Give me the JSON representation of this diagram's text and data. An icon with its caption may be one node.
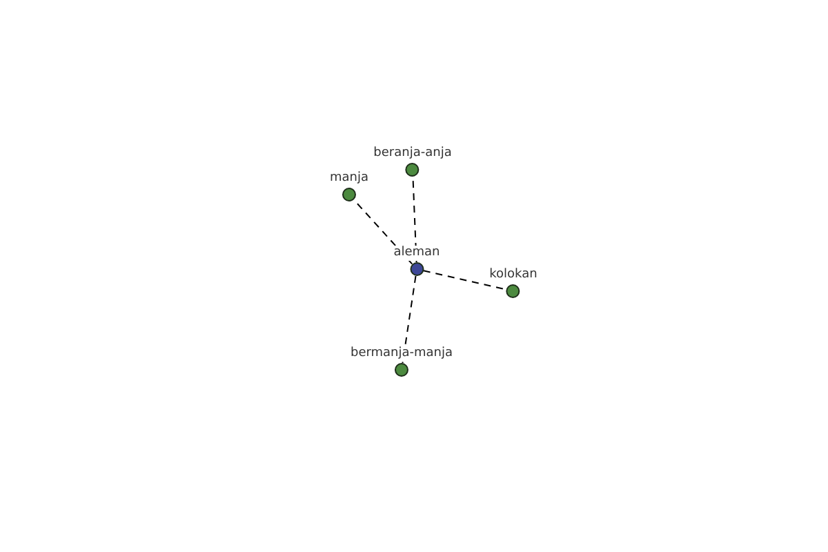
{
  "diagram": {
    "nodes": [
      {
        "text": [
          "beranja-anja"
        ]
      },
      {
        "text": [
          "manja"
        ]
      },
      {
        "text": [
          "aleman"
        ]
      },
      {
        "text": [
          "kolokan"
        ]
      },
      {
        "text": [
          "bermanja-manja"
        ]
      }
    ],
    "edges": [
      {
        "from": 2,
        "to": 0,
        "arrow": "none",
        "style": "dashed"
      },
      {
        "from": 2,
        "to": 1,
        "arrow": "none",
        "style": "dashed"
      },
      {
        "from": 2,
        "to": 3,
        "arrow": "none",
        "style": "dashed"
      },
      {
        "from": 2,
        "to": 4,
        "arrow": "none",
        "style": "dashed"
      }
    ]
  }
}
